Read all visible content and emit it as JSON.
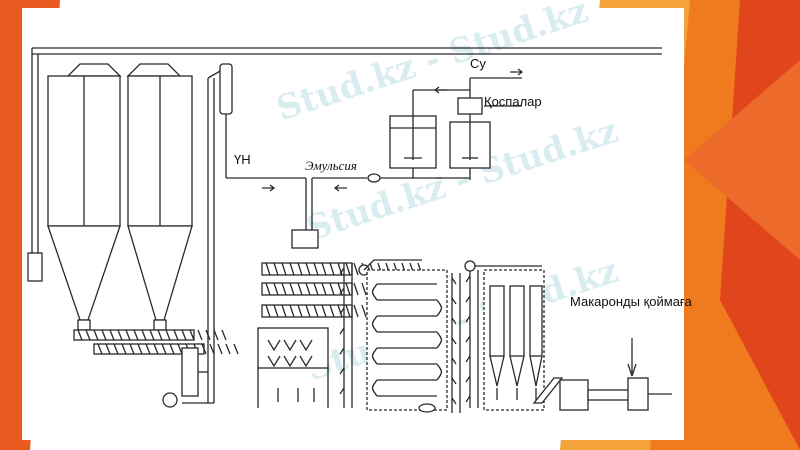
{
  "labels": {
    "water": "Су",
    "additives": "Қоспалар",
    "flour": "ҮН",
    "emulsion": "Эмульсия",
    "pasta_storage": "Макаронды қоймаға"
  },
  "watermark": {
    "text": "Stud.kz - Stud.kz"
  },
  "colors": {
    "orange_dark": "#e0451b",
    "orange_mid": "#f07a1e",
    "orange_light": "#f4a23a",
    "line": "#2a2a2a"
  }
}
